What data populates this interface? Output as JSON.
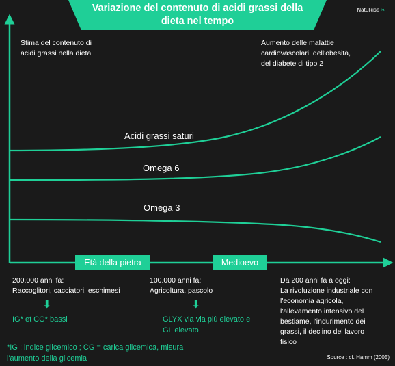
{
  "header": {
    "title_line1": "Variazione del contenuto di acidi grassi della",
    "title_line2": "dieta nel tempo",
    "brand": "NatuRise"
  },
  "axes": {
    "y_label_line1": "Stima del contenuto di",
    "y_label_line2": "acidi grassi nella dieta"
  },
  "annotation": {
    "line1": "Aumento delle malattie",
    "line2": "cardiovascolari, dell'obesità,",
    "line3": "del diabete di tipo 2"
  },
  "curves": {
    "saturi": "Acidi grassi saturi",
    "omega6": "Omega 6",
    "omega3": "Omega 3"
  },
  "eras": {
    "stone_age": "Età della pietra",
    "middle_ages": "Medioevo"
  },
  "columns": [
    {
      "lines": [
        "200.000 anni fa:",
        "Raccoglitori, cacciatori, eschimesi"
      ]
    },
    {
      "lines": [
        "100.000 anni fa:",
        "Agricoltura, pascolo"
      ]
    },
    {
      "lines": [
        "Da 200 anni fa a oggi:",
        "La rivoluzione industriale con",
        "l'economia agricola,",
        "l'allevamento intensivo del",
        "bestiame, l'indurimento dei",
        "grassi, il declino del lavoro",
        "fisico"
      ]
    }
  ],
  "glycemic": {
    "low": "IG* et CG* bassi",
    "rising_line1": "GLYX via via più elevato e",
    "rising_line2": "GL elevato"
  },
  "footnote": {
    "line1": "*IG : indice glicemico ; CG = carica glicemica, misura",
    "line2": "l'aumento della glicemia"
  },
  "source": "Source : cf. Hamm (2005)",
  "colors": {
    "accent": "#1fcf97",
    "background": "#1a1a1a",
    "text": "#ffffff"
  }
}
